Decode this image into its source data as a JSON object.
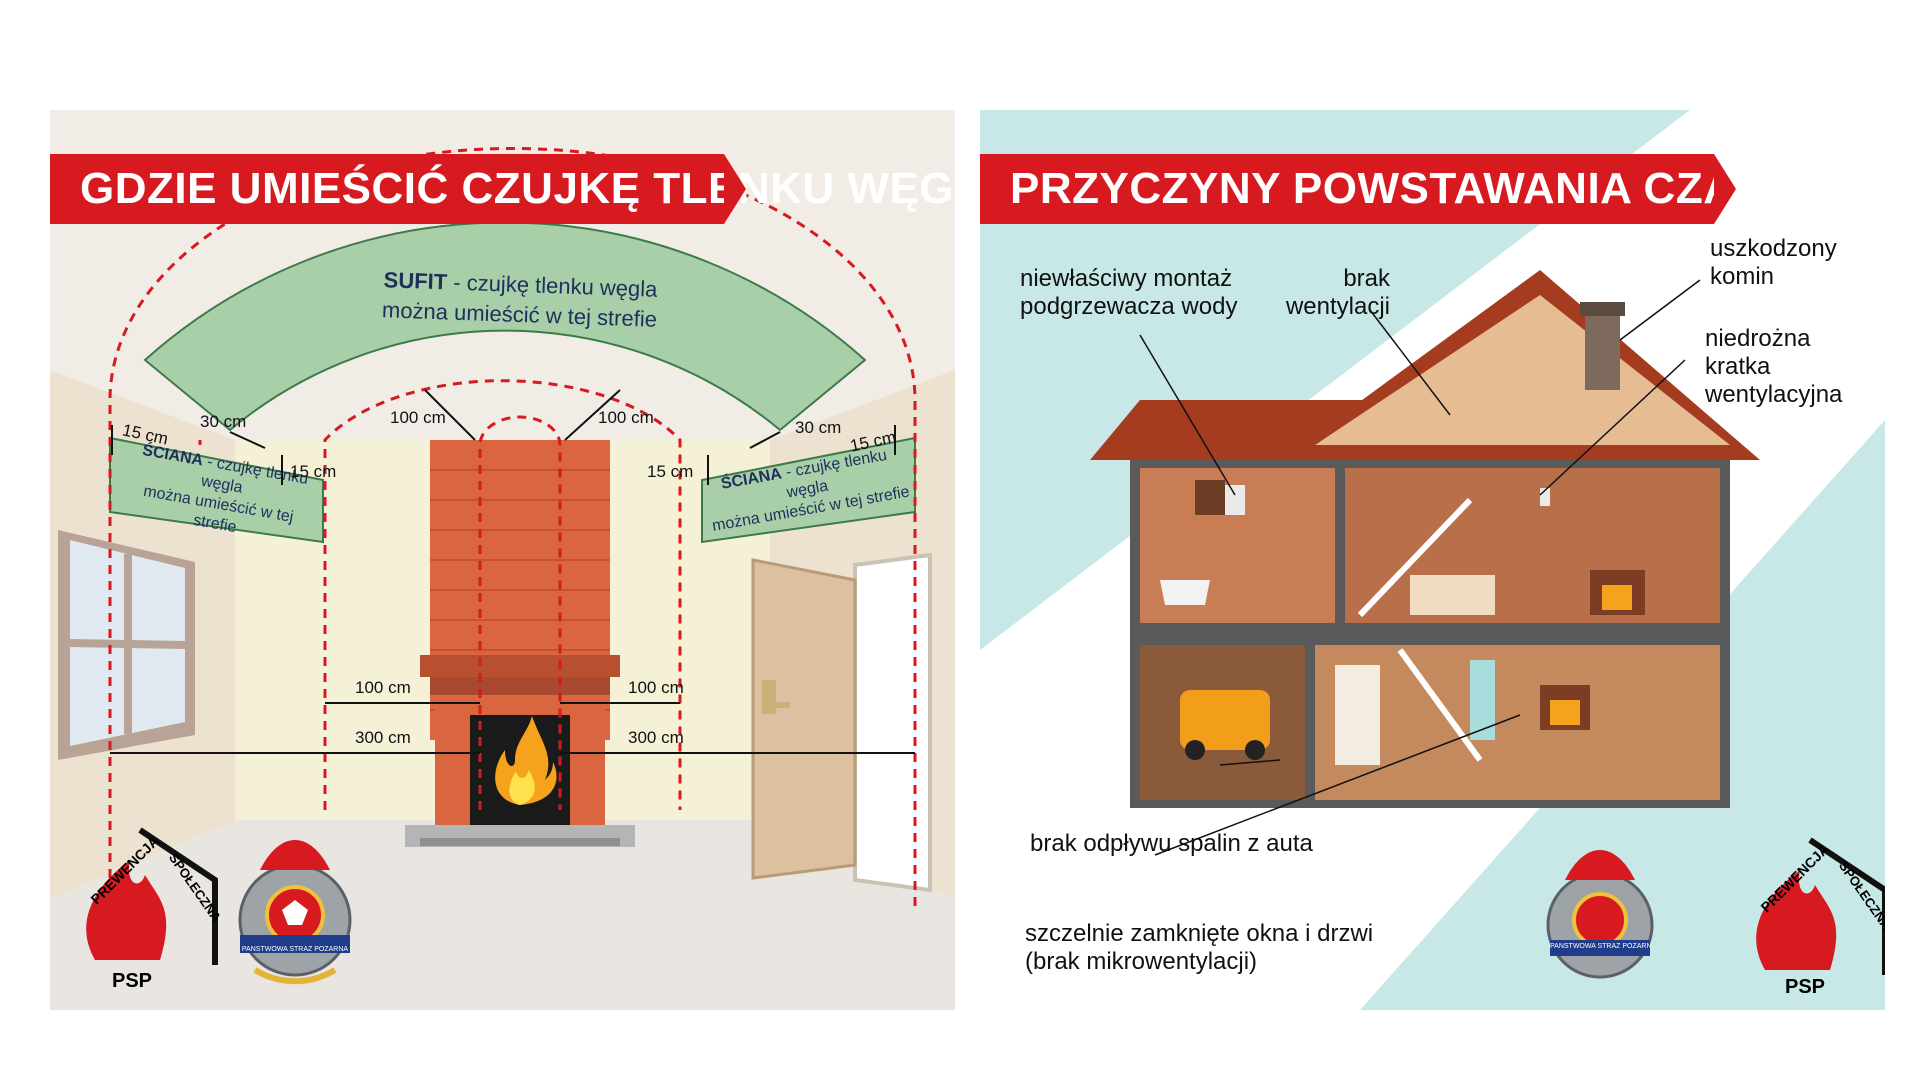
{
  "left": {
    "title": "GDZIE UMIEŚCIĆ CZUJKĘ TLENKU WĘGLA?",
    "ceiling_label_bold": "SUFIT",
    "ceiling_label_line1": " - czujkę tlenku węgla",
    "ceiling_label_line2": "można umieścić w tej strefie",
    "wall_label_bold": "ŚCIANA",
    "wall_label_line1": " - czujkę tlenku węgla",
    "wall_label_line2": "można umieścić w tej strefie",
    "dimensions": {
      "d30": "30 cm",
      "d15": "15 cm",
      "d100": "100 cm",
      "d300": "300 cm"
    },
    "logo_text_top": "PREWENCJA",
    "logo_text_side": "SPOŁECZNA",
    "logo_text_bottom": "PSP",
    "emblem_text": "PAŃSTWOWA STRAŻ POŻARNA"
  },
  "right": {
    "title": "PRZYCZYNY POWSTAWANIA CZADU",
    "labels": {
      "heater_l1": "niewłaściwy montaż",
      "heater_l2": "podgrzewacza wody",
      "vent_l1": "brak",
      "vent_l2": "wentylacji",
      "chimney_l1": "uszkodzony",
      "chimney_l2": "komin",
      "grille_l1": "niedrożna",
      "grille_l2": "kratka",
      "grille_l3": "wentylacyjna",
      "car": "brak odpływu spalin z auta",
      "windows_l1": "szczelnie zamknięte okna i drzwi",
      "windows_l2": "(brak mikrowentylacji)"
    },
    "logo_text_top": "PREWENCJA",
    "logo_text_side": "SPOŁECZNA",
    "logo_text_bottom": "PSP",
    "emblem_text": "PAŃSTWOWA STRAŻ POŻARNA"
  },
  "colors": {
    "banner_red": "#d71920",
    "zone_green": "#a9cfa8",
    "zone_green_border": "#3d7a4a",
    "dash_red": "#d71920",
    "brick": "#d9663e",
    "bg_mint": "#c7e8e6",
    "house_wall": "#c97d55"
  }
}
